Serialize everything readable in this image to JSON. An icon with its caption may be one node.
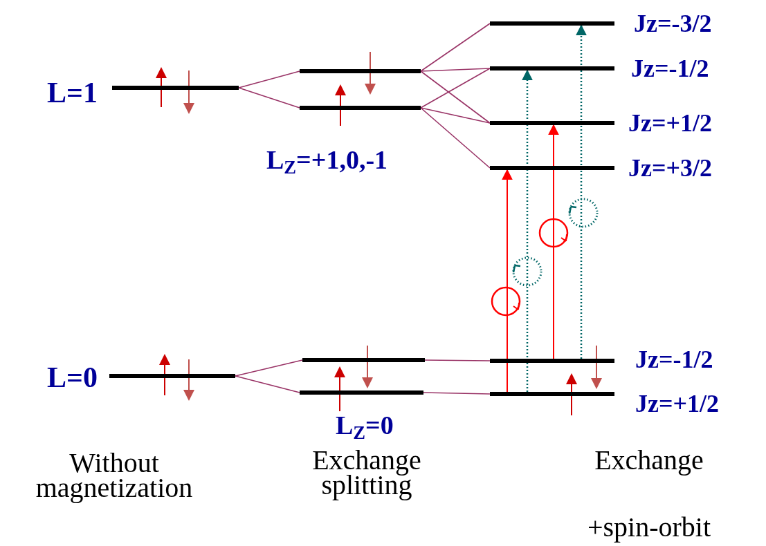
{
  "diagram": {
    "nodes": [
      {
        "text": [],
        "shape": "bar",
        "beside": [
          "L=1"
        ]
      },
      {
        "text": [],
        "shape": "bar"
      },
      {
        "text": [],
        "shape": "bar"
      },
      {
        "text": [],
        "shape": "bar",
        "beside": [
          "Jz=-3/2"
        ]
      },
      {
        "text": [],
        "shape": "bar",
        "beside": [
          "Jz=-1/2"
        ]
      },
      {
        "text": [],
        "shape": "bar",
        "beside": [
          "Jz=+1/2"
        ]
      },
      {
        "text": [],
        "shape": "bar",
        "beside": [
          "Jz=+3/2"
        ]
      },
      {
        "text": [],
        "shape": "bar",
        "beside": [
          "L=0"
        ]
      },
      {
        "text": [],
        "shape": "bar"
      },
      {
        "text": [],
        "shape": "bar"
      },
      {
        "text": [],
        "shape": "bar",
        "beside": [
          "Jz=-1/2"
        ]
      },
      {
        "text": [],
        "shape": "bar",
        "beside": [
          "Jz=+1/2"
        ]
      }
    ],
    "edges": [
      {
        "from": 0,
        "to": 1,
        "arrow": "none"
      },
      {
        "from": 0,
        "to": 2,
        "arrow": "none"
      },
      {
        "from": 1,
        "to": 3,
        "arrow": "none"
      },
      {
        "from": 1,
        "to": 4,
        "arrow": "none"
      },
      {
        "from": 1,
        "to": 5,
        "arrow": "none"
      },
      {
        "from": 2,
        "to": 4,
        "arrow": "none"
      },
      {
        "from": 2,
        "to": 5,
        "arrow": "none"
      },
      {
        "from": 2,
        "to": 6,
        "arrow": "none"
      },
      {
        "from": 7,
        "to": 8,
        "arrow": "none"
      },
      {
        "from": 7,
        "to": 9,
        "arrow": "none"
      },
      {
        "from": 8,
        "to": 10,
        "arrow": "none"
      },
      {
        "from": 9,
        "to": 11,
        "arrow": "none"
      },
      {
        "from": 11,
        "to": 6,
        "arrow": "to",
        "color": "#ff0000"
      },
      {
        "from": 10,
        "to": 5,
        "arrow": "to",
        "color": "#ff0000"
      },
      {
        "from": 11,
        "to": 4,
        "arrow": "to",
        "style": "dashed",
        "color": "#006666"
      },
      {
        "from": 10,
        "to": 3,
        "arrow": "to",
        "style": "dashed",
        "color": "#006666"
      }
    ],
    "labels": [
      "L$_{Z}$=+1,0,-1",
      "L$_{Z}$=0",
      "Without magnetization",
      "Exchange splitting",
      "Exchange",
      "+spin-orbit"
    ]
  }
}
